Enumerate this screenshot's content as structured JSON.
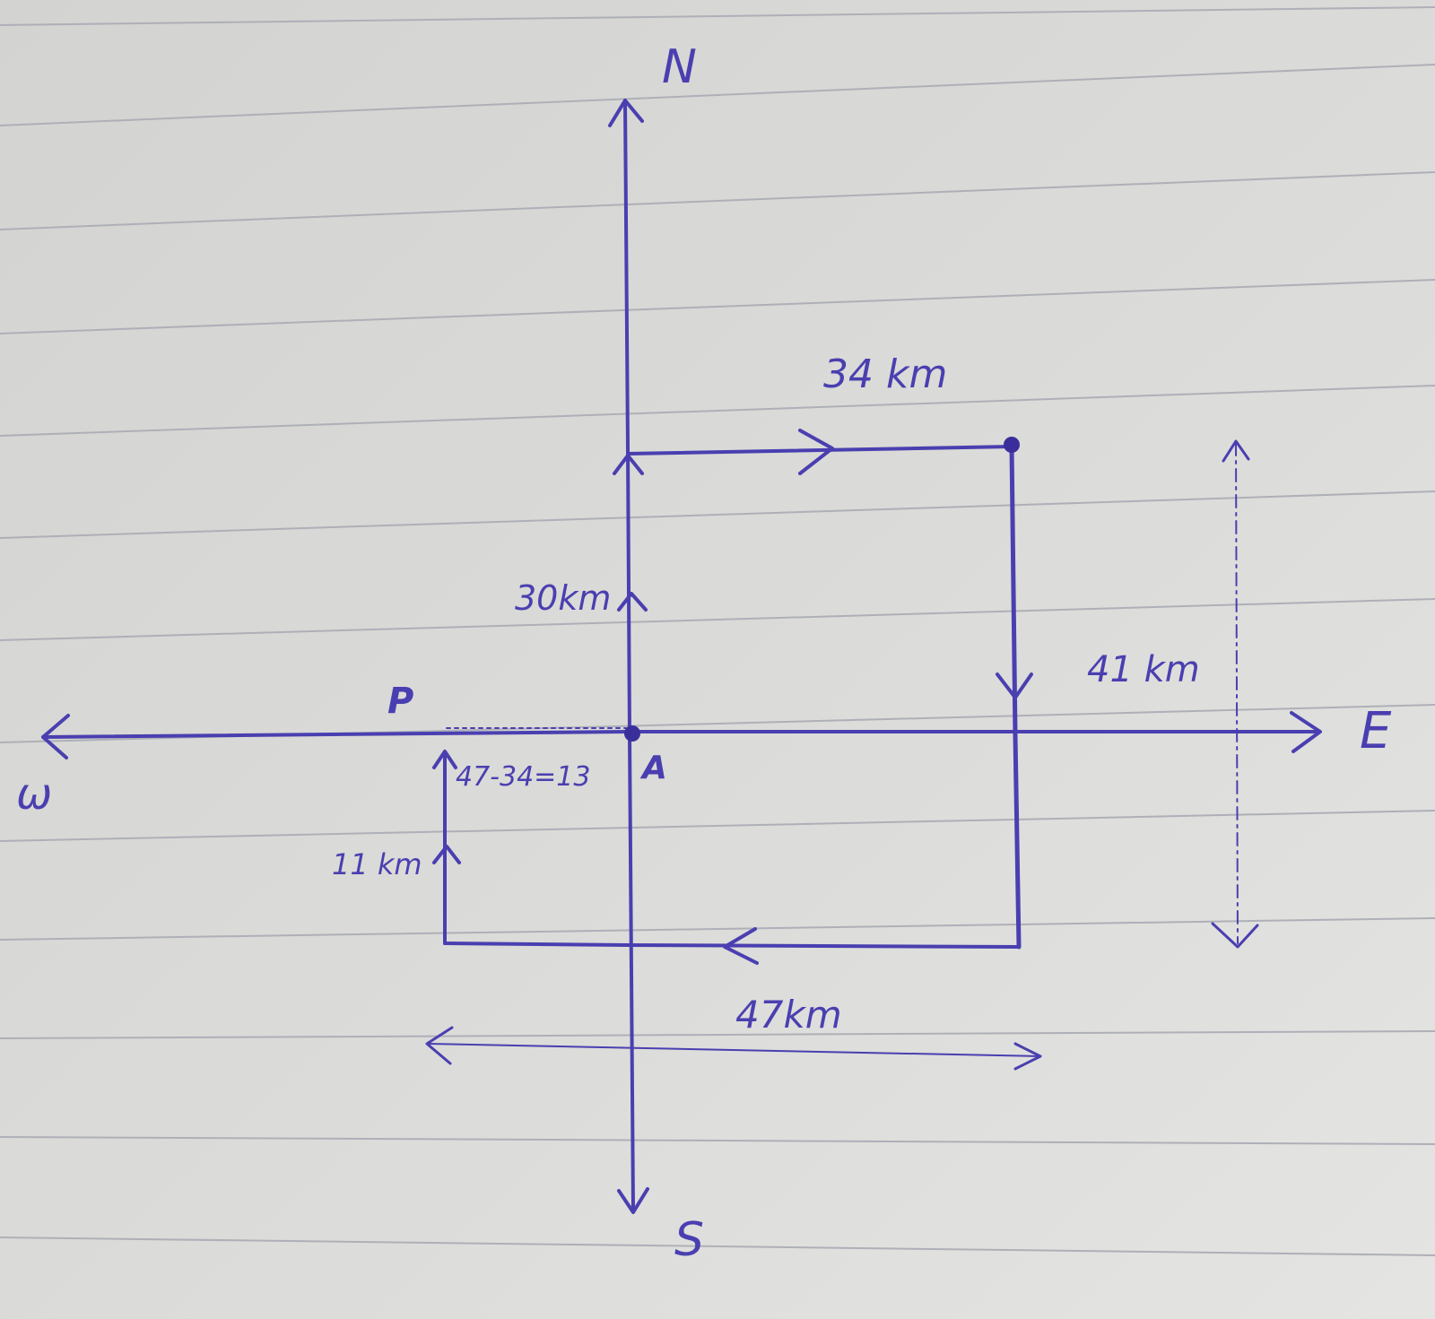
{
  "colors": {
    "paper": "#d9d9d6",
    "paper_light": "#e6e6e3",
    "ruling": "#aeb0b8",
    "ink": "#4a3fb0",
    "ink_dark": "#3a2f9a"
  },
  "compass": {
    "north": "N",
    "south": "S",
    "east": "E",
    "west": "ω"
  },
  "points": {
    "origin": "A",
    "end": "P"
  },
  "legs": {
    "north_leg": "30km",
    "east_leg": "34 km",
    "south_leg": "41 km",
    "west_leg": "47km",
    "final_leg": "11 km"
  },
  "calculation": "47-34=13"
}
